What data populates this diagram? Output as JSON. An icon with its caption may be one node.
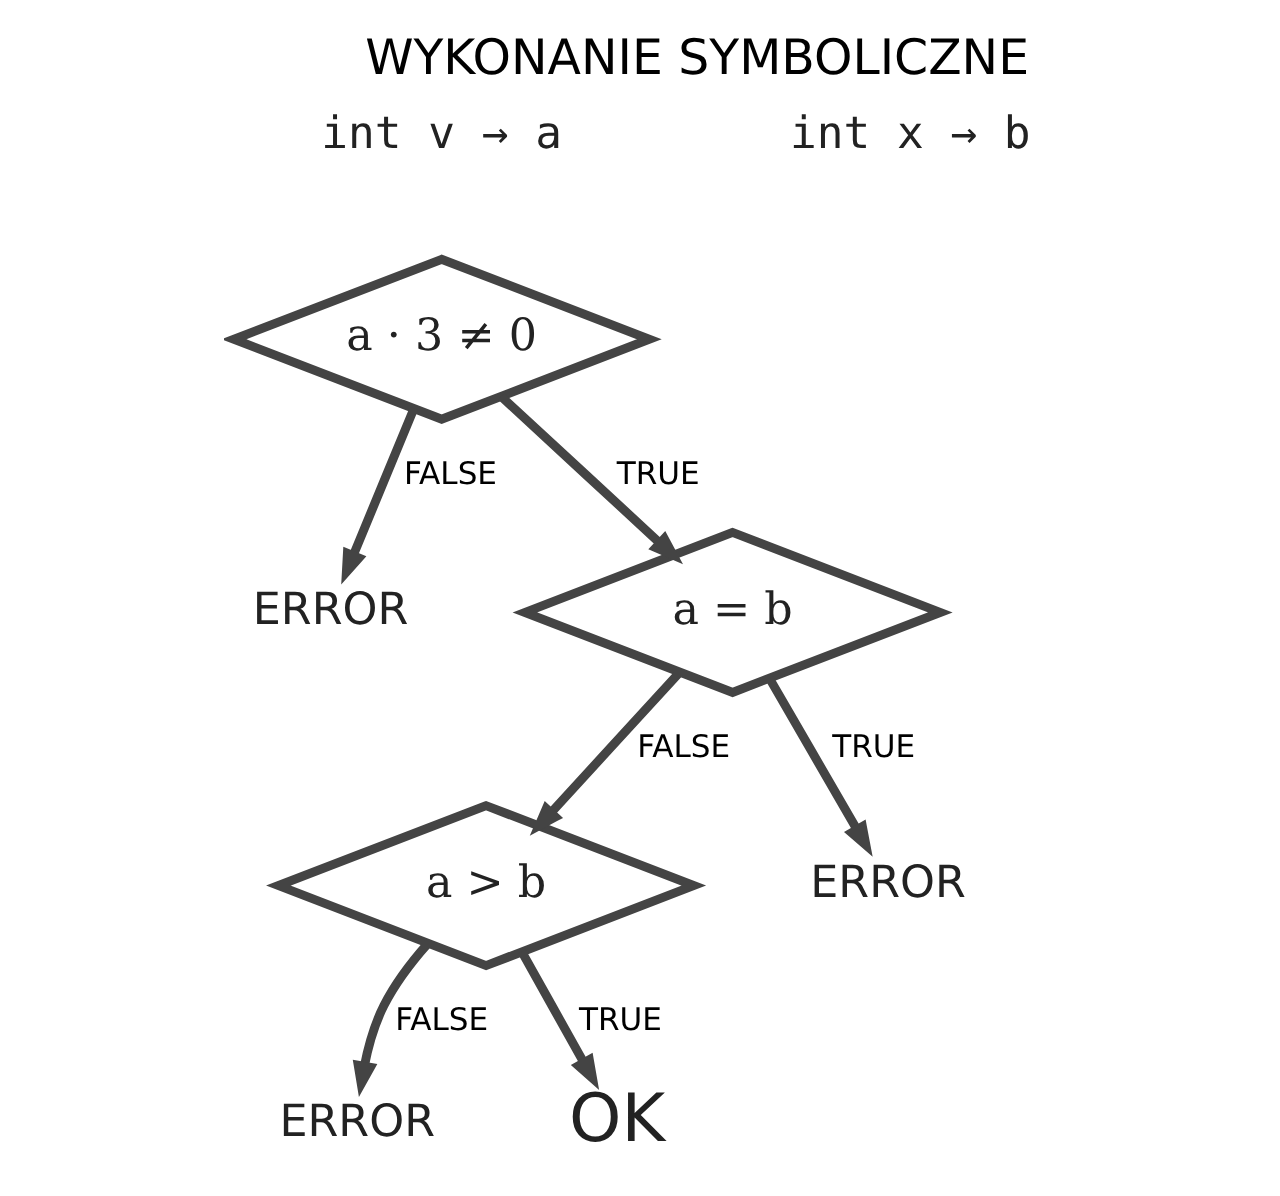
{
  "diagram": {
    "title": "WYKONANIE SYMBOLICZNE",
    "nodes": [
      {
        "text": [
          "a · 3 ≠ 0"
        ]
      },
      {
        "text": [
          "ERROR"
        ]
      },
      {
        "text": [
          "a = b"
        ]
      },
      {
        "text": [
          "a > b"
        ]
      },
      {
        "text": [
          "ERROR"
        ]
      },
      {
        "text": [
          "ERROR"
        ]
      },
      {
        "text": [
          "OK"
        ]
      }
    ],
    "edges": [
      {
        "from": 0,
        "to": 1,
        "arrow": "to",
        "label": "FALSE"
      },
      {
        "from": 0,
        "to": 2,
        "arrow": "to",
        "label": "TRUE"
      },
      {
        "from": 2,
        "to": 3,
        "arrow": "to",
        "label": "FALSE"
      },
      {
        "from": 2,
        "to": 4,
        "arrow": "to",
        "label": "TRUE"
      },
      {
        "from": 3,
        "to": 5,
        "arrow": "to",
        "label": "FALSE"
      },
      {
        "from": 3,
        "to": 6,
        "arrow": "to",
        "label": "TRUE"
      }
    ],
    "labels": [
      "int v → a",
      "int x → b"
    ]
  }
}
